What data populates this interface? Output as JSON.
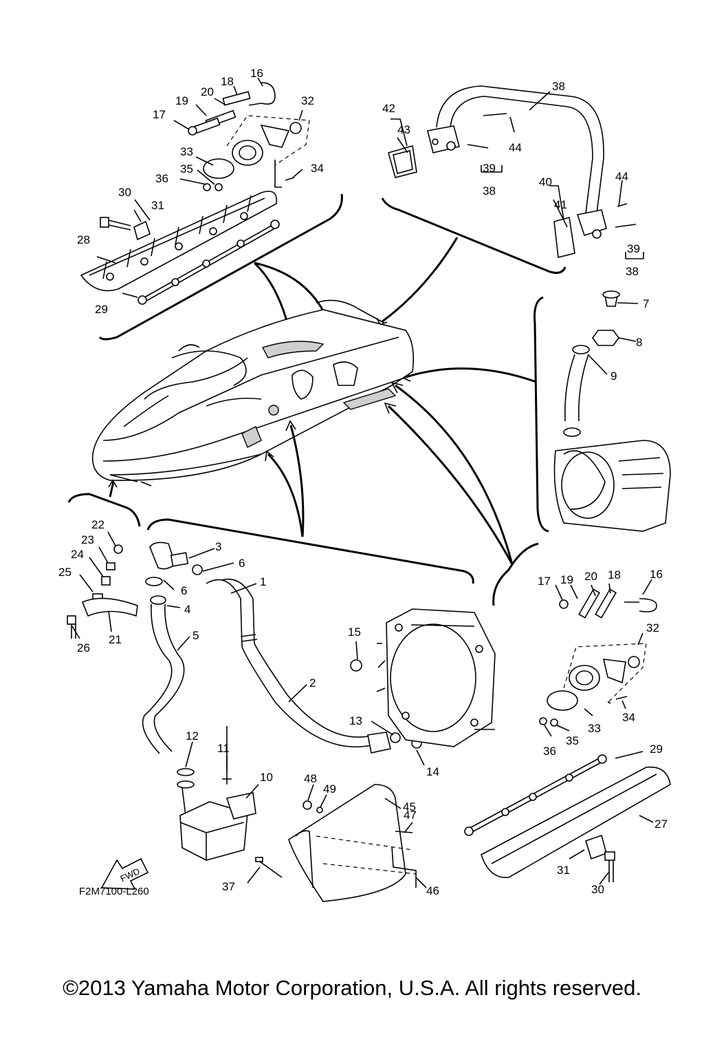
{
  "diagram": {
    "code": "F2M7100-L260",
    "fwd_label": "FWD",
    "callouts": [
      {
        "id": "c16a",
        "text": "16"
      },
      {
        "id": "c18a",
        "text": "18"
      },
      {
        "id": "c20a",
        "text": "20"
      },
      {
        "id": "c19a",
        "text": "19"
      },
      {
        "id": "c17a",
        "text": "17"
      },
      {
        "id": "c32a",
        "text": "32"
      },
      {
        "id": "c33a",
        "text": "33"
      },
      {
        "id": "c35a",
        "text": "35"
      },
      {
        "id": "c36a",
        "text": "36"
      },
      {
        "id": "c34a",
        "text": "34"
      },
      {
        "id": "c30a",
        "text": "30"
      },
      {
        "id": "c31a",
        "text": "31"
      },
      {
        "id": "c28",
        "text": "28"
      },
      {
        "id": "c29a",
        "text": "29"
      },
      {
        "id": "c38a",
        "text": "38"
      },
      {
        "id": "c42",
        "text": "42"
      },
      {
        "id": "c43",
        "text": "43"
      },
      {
        "id": "c44a",
        "text": "44"
      },
      {
        "id": "c39a",
        "text": "39"
      },
      {
        "id": "c38b",
        "text": "38"
      },
      {
        "id": "c40",
        "text": "40"
      },
      {
        "id": "c41",
        "text": "41"
      },
      {
        "id": "c44b",
        "text": "44"
      },
      {
        "id": "c39b",
        "text": "39"
      },
      {
        "id": "c38c",
        "text": "38"
      },
      {
        "id": "c7",
        "text": "7"
      },
      {
        "id": "c8",
        "text": "8"
      },
      {
        "id": "c9",
        "text": "9"
      },
      {
        "id": "c22",
        "text": "22"
      },
      {
        "id": "c23",
        "text": "23"
      },
      {
        "id": "c24",
        "text": "24"
      },
      {
        "id": "c25",
        "text": "25"
      },
      {
        "id": "c26",
        "text": "26"
      },
      {
        "id": "c21",
        "text": "21"
      },
      {
        "id": "c3",
        "text": "3"
      },
      {
        "id": "c6a",
        "text": "6"
      },
      {
        "id": "c6b",
        "text": "6"
      },
      {
        "id": "c4",
        "text": "4"
      },
      {
        "id": "c5",
        "text": "5"
      },
      {
        "id": "c1",
        "text": "1"
      },
      {
        "id": "c2",
        "text": "2"
      },
      {
        "id": "c15",
        "text": "15"
      },
      {
        "id": "c13",
        "text": "13"
      },
      {
        "id": "c14",
        "text": "14"
      },
      {
        "id": "c12",
        "text": "12"
      },
      {
        "id": "c11",
        "text": "11"
      },
      {
        "id": "c10",
        "text": "10"
      },
      {
        "id": "c48",
        "text": "48"
      },
      {
        "id": "c49",
        "text": "49"
      },
      {
        "id": "c45",
        "text": "45"
      },
      {
        "id": "c47",
        "text": "47"
      },
      {
        "id": "c46",
        "text": "46"
      },
      {
        "id": "c37",
        "text": "37"
      },
      {
        "id": "c17b",
        "text": "17"
      },
      {
        "id": "c19b",
        "text": "19"
      },
      {
        "id": "c20b",
        "text": "20"
      },
      {
        "id": "c18b",
        "text": "18"
      },
      {
        "id": "c16b",
        "text": "16"
      },
      {
        "id": "c32b",
        "text": "32"
      },
      {
        "id": "c34b",
        "text": "34"
      },
      {
        "id": "c33b",
        "text": "33"
      },
      {
        "id": "c36b",
        "text": "36"
      },
      {
        "id": "c35b",
        "text": "35"
      },
      {
        "id": "c29b",
        "text": "29"
      },
      {
        "id": "c27",
        "text": "27"
      },
      {
        "id": "c31b",
        "text": "31"
      },
      {
        "id": "c30b",
        "text": "30"
      }
    ]
  },
  "copyright": "©2013 Yamaha Motor Corporation, U.S.A. All rights reserved."
}
